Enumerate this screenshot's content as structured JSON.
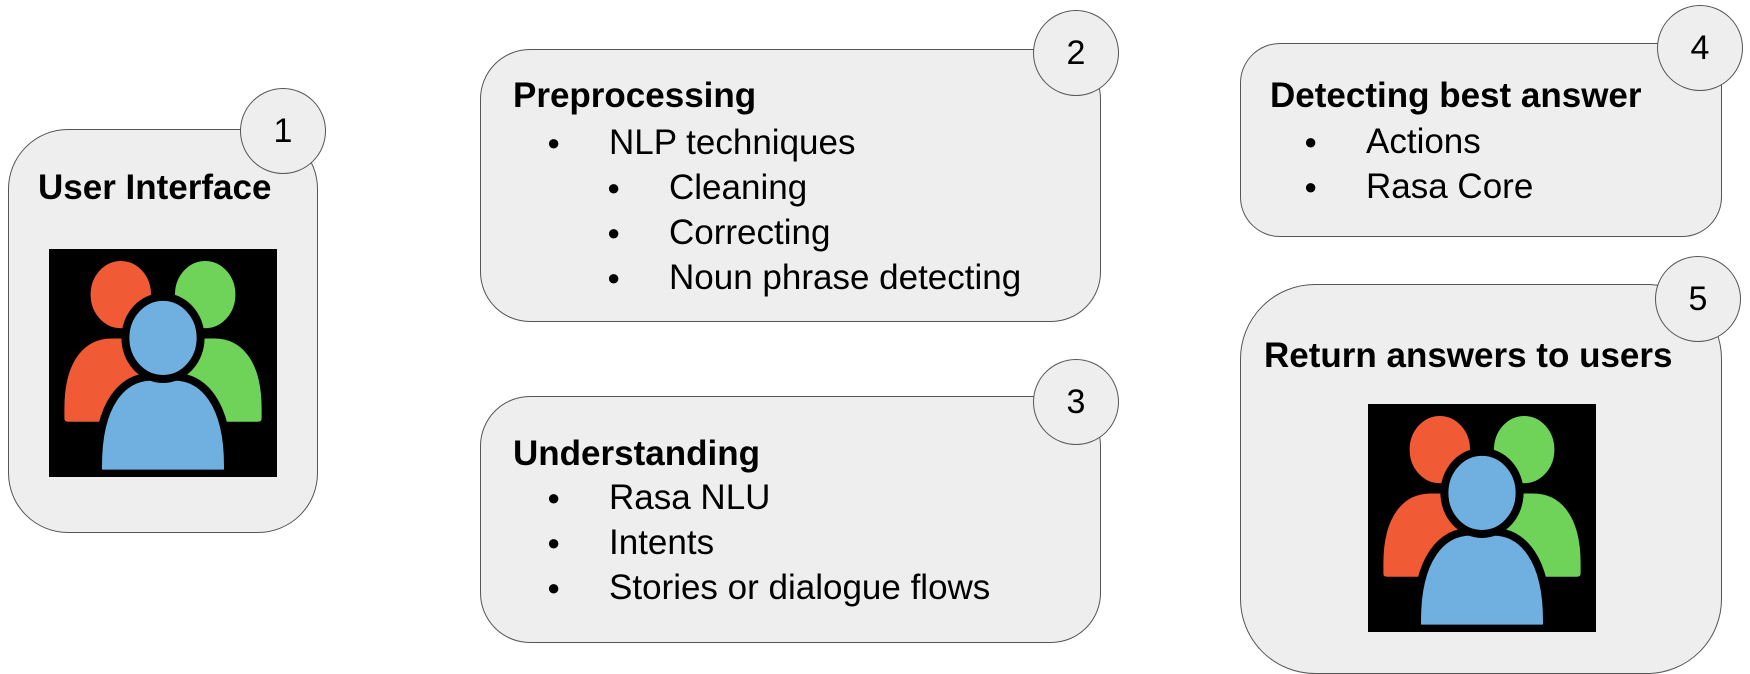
{
  "steps": [
    {
      "number": "1",
      "title": "User Interface",
      "icon": "users-icon"
    },
    {
      "number": "2",
      "title": "Preprocessing",
      "items": [
        "NLP techniques"
      ],
      "subitems": [
        "Cleaning",
        "Correcting",
        "Noun phrase detecting"
      ]
    },
    {
      "number": "3",
      "title": "Understanding",
      "items": [
        "Rasa NLU",
        "Intents",
        "Stories or dialogue flows"
      ]
    },
    {
      "number": "4",
      "title": "Detecting best answer",
      "items": [
        "Actions",
        "Rasa Core"
      ]
    },
    {
      "number": "5",
      "title": "Return answers to users",
      "icon": "users-icon"
    }
  ],
  "colors": {
    "box_fill": "#eeeeee",
    "border": "#555555",
    "user_red": "#f05a35",
    "user_green": "#6fd35a",
    "user_blue": "#6fb0e0",
    "icon_background": "#000000"
  }
}
